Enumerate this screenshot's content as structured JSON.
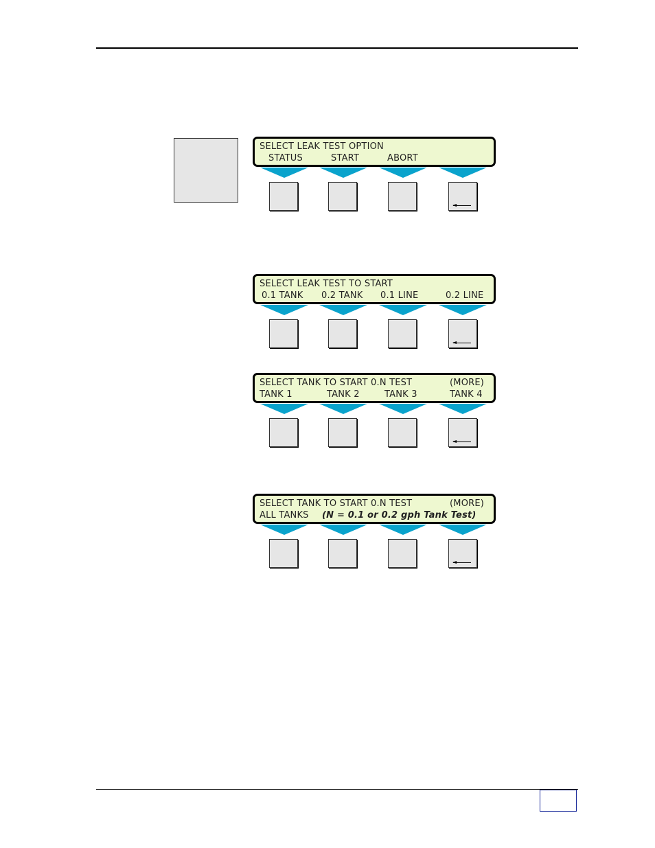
{
  "panels": [
    {
      "line1": "SELECT LEAK TEST OPTION",
      "fields": [
        "STATUS",
        "START",
        "ABORT",
        ""
      ]
    },
    {
      "line1": "SELECT LEAK TEST TO START",
      "fields": [
        "0.1 TANK",
        "0.2 TANK",
        "0.1 LINE",
        "0.2 LINE"
      ]
    },
    {
      "line1": "SELECT TANK TO START 0.N TEST",
      "more": "(MORE)",
      "fields": [
        "TANK 1",
        "TANK 2",
        "TANK 3",
        "TANK 4"
      ]
    },
    {
      "line1": "SELECT TANK TO START 0.N TEST",
      "more": "(MORE)",
      "line2": "ALL TANKS",
      "note": "(N = 0.1 or 0.2 gph Tank Test)"
    }
  ],
  "colors": {
    "lcd_background": "#eef8d0",
    "arrow": "#0aa3cc",
    "key": "#e6e6e6",
    "page_box_border": "#1a2a9a"
  },
  "icons": {
    "enter_key": "enter-arrow-icon",
    "softkey_indicator": "triangle-down-icon"
  }
}
